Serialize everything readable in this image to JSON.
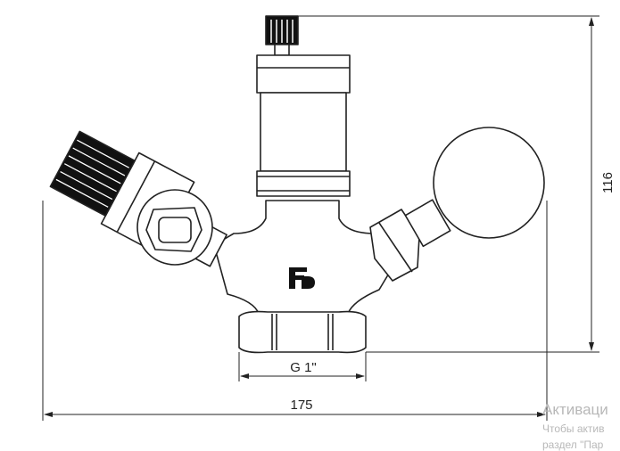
{
  "drawing": {
    "logo_text": "FD",
    "dimensions": {
      "height": "116",
      "width": "175",
      "thread": "G 1\""
    }
  },
  "watermark": {
    "title": "Активаци",
    "line1": "Чтобы актив",
    "line2": "раздел \"Пар"
  },
  "colors": {
    "line": "#222222",
    "fill": "#ffffff",
    "cap": "#111111"
  }
}
